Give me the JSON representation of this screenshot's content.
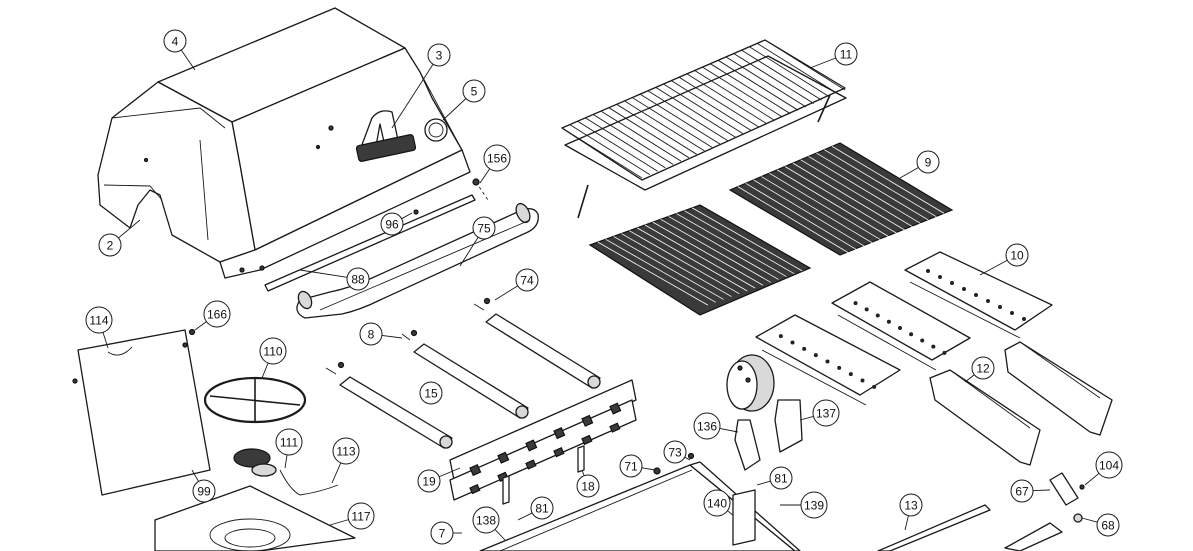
{
  "diagram": {
    "callouts": [
      {
        "id": "4",
        "label": "4"
      },
      {
        "id": "3",
        "label": "3"
      },
      {
        "id": "5",
        "label": "5"
      },
      {
        "id": "156",
        "label": "156"
      },
      {
        "id": "2",
        "label": "2"
      },
      {
        "id": "96",
        "label": "96"
      },
      {
        "id": "75",
        "label": "75"
      },
      {
        "id": "88",
        "label": "88"
      },
      {
        "id": "74",
        "label": "74"
      },
      {
        "id": "11",
        "label": "11"
      },
      {
        "id": "9",
        "label": "9"
      },
      {
        "id": "10",
        "label": "10"
      },
      {
        "id": "12",
        "label": "12"
      },
      {
        "id": "114",
        "label": "114"
      },
      {
        "id": "166",
        "label": "166"
      },
      {
        "id": "110",
        "label": "110"
      },
      {
        "id": "111",
        "label": "111"
      },
      {
        "id": "113",
        "label": "113"
      },
      {
        "id": "99",
        "label": "99"
      },
      {
        "id": "117",
        "label": "117"
      },
      {
        "id": "8",
        "label": "8"
      },
      {
        "id": "15",
        "label": "15"
      },
      {
        "id": "19",
        "label": "19"
      },
      {
        "id": "18",
        "label": "18"
      },
      {
        "id": "7",
        "label": "7"
      },
      {
        "id": "138",
        "label": "138"
      },
      {
        "id": "81a",
        "label": "81"
      },
      {
        "id": "71",
        "label": "71"
      },
      {
        "id": "73",
        "label": "73"
      },
      {
        "id": "136",
        "label": "136"
      },
      {
        "id": "137",
        "label": "137"
      },
      {
        "id": "81b",
        "label": "81"
      },
      {
        "id": "140",
        "label": "140"
      },
      {
        "id": "139",
        "label": "139"
      },
      {
        "id": "13",
        "label": "13"
      },
      {
        "id": "67",
        "label": "67"
      },
      {
        "id": "104",
        "label": "104"
      },
      {
        "id": "68",
        "label": "68"
      }
    ]
  }
}
